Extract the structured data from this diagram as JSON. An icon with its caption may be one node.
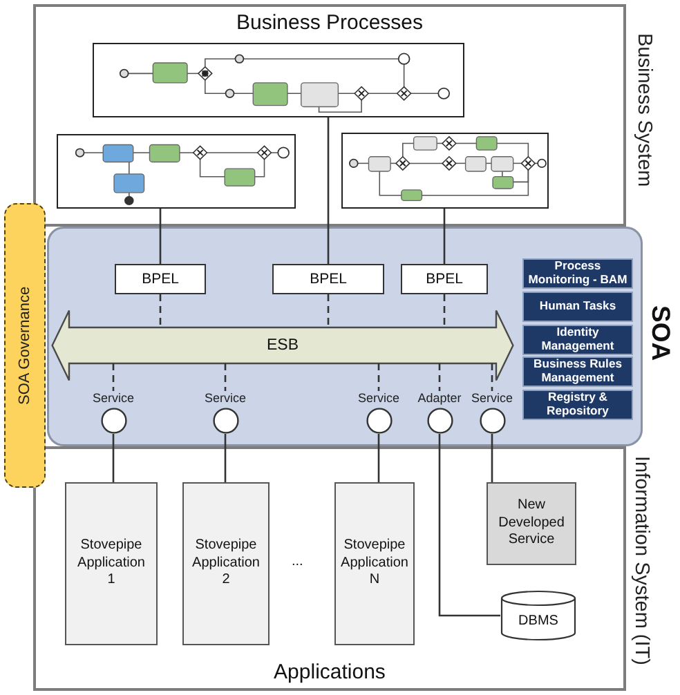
{
  "diagram": {
    "nodes": [
      {
        "text": [
          "Business Processes"
        ],
        "beside": [
          "Business System"
        ]
      },
      {
        "text": [],
        "shape": "picture",
        "in": 0
      },
      {
        "text": [],
        "shape": "picture",
        "in": 0
      },
      {
        "text": [],
        "shape": "picture",
        "in": 0
      },
      {
        "text": [
          "SOA Governance"
        ]
      },
      {
        "text": [
          "SOA"
        ]
      },
      {
        "text": [
          "BPEL"
        ],
        "in": 5
      },
      {
        "text": [
          "BPEL"
        ],
        "in": 5
      },
      {
        "text": [
          "BPEL"
        ],
        "in": 5
      },
      {
        "text": [
          "ESB"
        ],
        "in": 5
      },
      {
        "text": [
          "Service"
        ],
        "in": 5
      },
      {
        "text": [
          "Service"
        ],
        "in": 5
      },
      {
        "text": [
          "Service"
        ],
        "in": 5
      },
      {
        "text": [
          "Adapter"
        ],
        "in": 5
      },
      {
        "text": [
          "Service"
        ],
        "in": 5
      },
      {
        "text": [
          "Process Monitoring - BAM"
        ],
        "in": 5
      },
      {
        "text": [
          "Human Tasks"
        ],
        "in": 5
      },
      {
        "text": [
          "Identity Management"
        ],
        "in": 5
      },
      {
        "text": [
          "Business Rules Management"
        ],
        "in": 5
      },
      {
        "text": [
          "Registry & Repository"
        ],
        "in": 5
      },
      {
        "text": [
          "Applications"
        ],
        "beside": [
          "Information System (IT)"
        ]
      },
      {
        "text": [
          "Stovepipe Application 1"
        ],
        "in": 20
      },
      {
        "text": [
          "Stovepipe Application 2"
        ],
        "in": 20
      },
      {
        "text": [
          "Stovepipe Application N"
        ],
        "in": 20
      },
      {
        "text": [
          "New Developed Service"
        ],
        "in": 20
      },
      {
        "text": [
          "DBMS"
        ],
        "in": 20
      }
    ],
    "edges": [
      {
        "from": 2,
        "to": 6,
        "arrow": "none"
      },
      {
        "from": 1,
        "to": 7,
        "arrow": "none"
      },
      {
        "from": 3,
        "to": 8,
        "arrow": "none"
      },
      {
        "from": 6,
        "to": 9,
        "arrow": "none",
        "style": "dashed"
      },
      {
        "from": 7,
        "to": 9,
        "arrow": "none",
        "style": "dashed"
      },
      {
        "from": 8,
        "to": 9,
        "arrow": "none",
        "style": "dashed"
      },
      {
        "from": 9,
        "to": 10,
        "arrow": "none",
        "style": "dashed"
      },
      {
        "from": 9,
        "to": 11,
        "arrow": "none",
        "style": "dashed"
      },
      {
        "from": 9,
        "to": 12,
        "arrow": "none",
        "style": "dashed"
      },
      {
        "from": 9,
        "to": 13,
        "arrow": "none",
        "style": "dashed"
      },
      {
        "from": 9,
        "to": 14,
        "arrow": "none",
        "style": "dashed"
      },
      {
        "from": 10,
        "to": 21,
        "arrow": "none"
      },
      {
        "from": 11,
        "to": 22,
        "arrow": "none"
      },
      {
        "from": 12,
        "to": 23,
        "arrow": "none"
      },
      {
        "from": 14,
        "to": 24,
        "arrow": "none"
      },
      {
        "from": 13,
        "to": 25,
        "arrow": "none"
      }
    ],
    "labels": [
      "..."
    ]
  }
}
